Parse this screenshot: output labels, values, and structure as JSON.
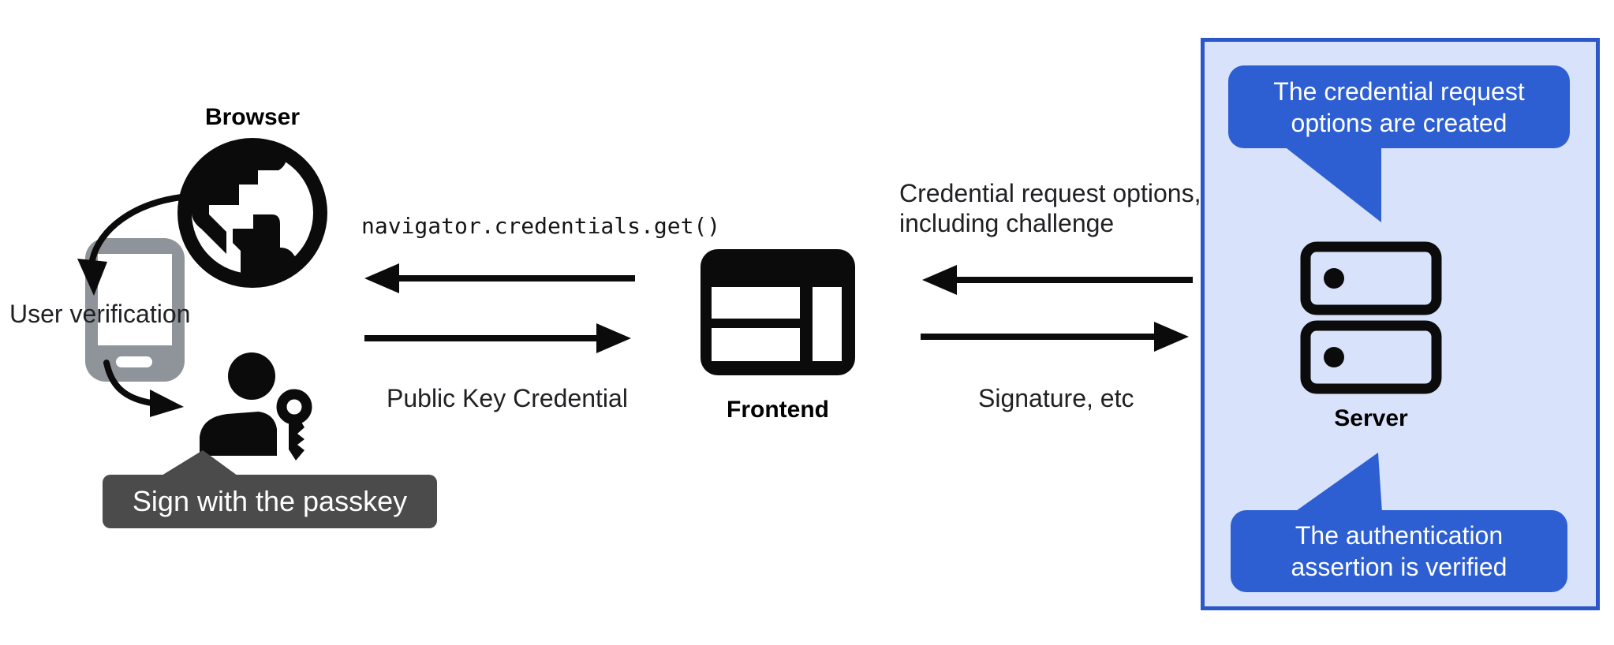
{
  "colors": {
    "bubble-blue": "#2d5fd2",
    "panel-bg": "#d8e2fa",
    "panel-border": "#2c57c9",
    "tooltip-gray": "#4b4b4b",
    "phone-gray": "#8e9499",
    "ink": "#0b0b0b",
    "text": "#202124"
  },
  "browser": {
    "label": "Browser",
    "icon": "globe-icon"
  },
  "user_verification_label": "User verification",
  "passkey_tooltip_label": "Sign with the passkey",
  "frontend": {
    "label": "Frontend",
    "icon": "web-layout-icon"
  },
  "server": {
    "label": "Server",
    "icon": "server-stack-icon"
  },
  "flows": {
    "browser_frontend": {
      "to_browser_code": "navigator.credentials.get()",
      "to_frontend": "Public Key Credential"
    },
    "frontend_server": {
      "to_frontend_line1": "Credential request options,",
      "to_frontend_line2": "including challenge",
      "to_server": "Signature, etc"
    }
  },
  "server_notes": {
    "request_created_line1": "The credential request",
    "request_created_line2": "options are created",
    "assertion_verified_line1": "The authentication",
    "assertion_verified_line2": "assertion is verified"
  }
}
